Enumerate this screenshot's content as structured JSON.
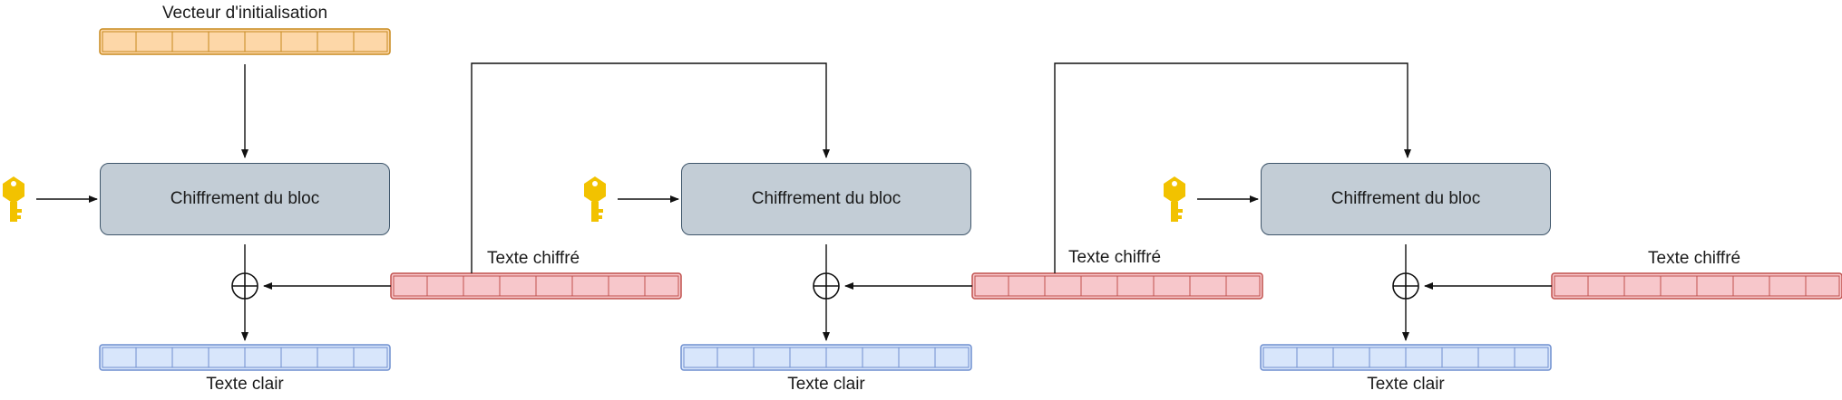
{
  "iv_label": "Vecteur d'initialisation",
  "stages": [
    {
      "encrypt_label": "Chiffrement du bloc",
      "ciphertext_label": "Texte chiffré",
      "plaintext_label": "Texte clair"
    },
    {
      "encrypt_label": "Chiffrement du bloc",
      "ciphertext_label": "Texte chiffré",
      "plaintext_label": "Texte clair"
    },
    {
      "encrypt_label": "Chiffrement du bloc",
      "ciphertext_label": "Texte chiffré",
      "plaintext_label": "Texte clair"
    }
  ],
  "xor_symbol": "⊕",
  "cells_per_block": 8,
  "colors": {
    "iv_fill": "#fdd7a8",
    "iv_stroke": "#c88a1e",
    "cipher_fill": "#f7c7cb",
    "cipher_stroke": "#c0504d",
    "plain_fill": "#d8e6fb",
    "plain_stroke": "#6f8fcf",
    "encrypt_fill": "#c3cdd6",
    "encrypt_stroke": "#3f566b",
    "key_color": "#f2c200"
  },
  "icons": [
    "key-icon",
    "xor-icon",
    "arrow"
  ]
}
